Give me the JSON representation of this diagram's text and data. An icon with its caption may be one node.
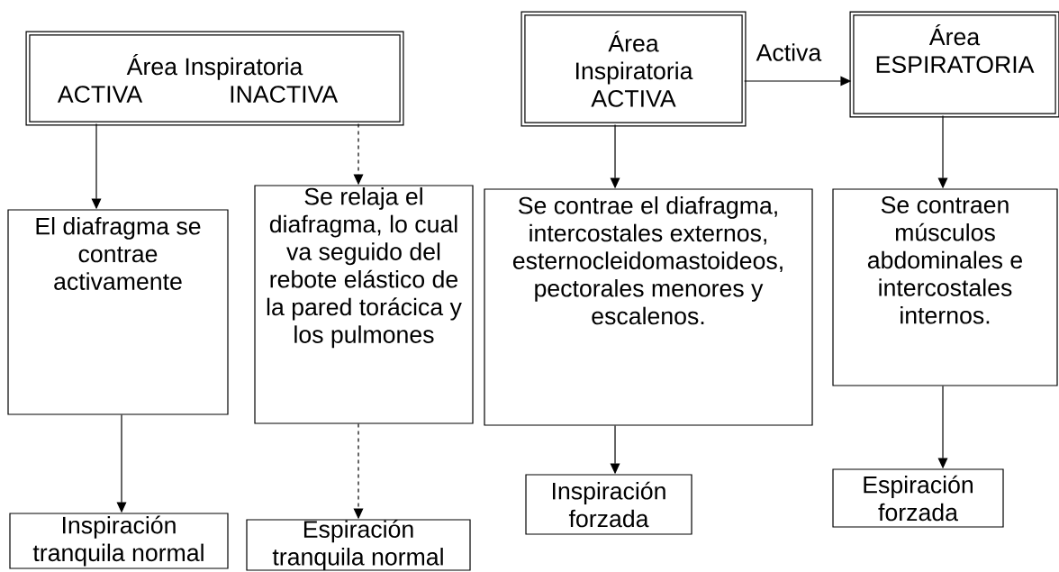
{
  "diagram": {
    "nodes": [
      {
        "text": [
          "Área Inspiratoria",
          "ACTIVA",
          "INACTIVA"
        ]
      },
      {
        "text": [
          "El diafragma se contrae activamente"
        ]
      },
      {
        "text": [
          "Se relaja el diafragma, lo cual va seguido del rebote elástico de la pared torácica y los pulmones"
        ]
      },
      {
        "text": [
          "Inspiración tranquila normal"
        ]
      },
      {
        "text": [
          "Espiración tranquila normal"
        ]
      },
      {
        "text": [
          "Área Inspiratoria ACTIVA"
        ]
      },
      {
        "text": [
          "Área ESPIRATORIA"
        ]
      },
      {
        "text": [
          "Se contrae el  diafragma, intercostales externos, esternocleidomastoideos, pectorales menores y escalenos."
        ]
      },
      {
        "text": [
          "Se contraen músculos abdominales e intercostales internos."
        ]
      },
      {
        "text": [
          "Inspiración forzada"
        ]
      },
      {
        "text": [
          "Espiración forzada"
        ]
      }
    ],
    "edges": [
      {
        "from": 0,
        "to": 1,
        "arrow": "to"
      },
      {
        "from": 0,
        "to": 2,
        "arrow": "to",
        "style": "dashed"
      },
      {
        "from": 1,
        "to": 3,
        "arrow": "to"
      },
      {
        "from": 2,
        "to": 4,
        "arrow": "to",
        "style": "dashed"
      },
      {
        "from": 5,
        "to": 6,
        "arrow": "to",
        "label": "Activa"
      },
      {
        "from": 5,
        "to": 7,
        "arrow": "to"
      },
      {
        "from": 6,
        "to": 8,
        "arrow": "to"
      },
      {
        "from": 7,
        "to": 9,
        "arrow": "to"
      },
      {
        "from": 8,
        "to": 10,
        "arrow": "to"
      }
    ]
  }
}
